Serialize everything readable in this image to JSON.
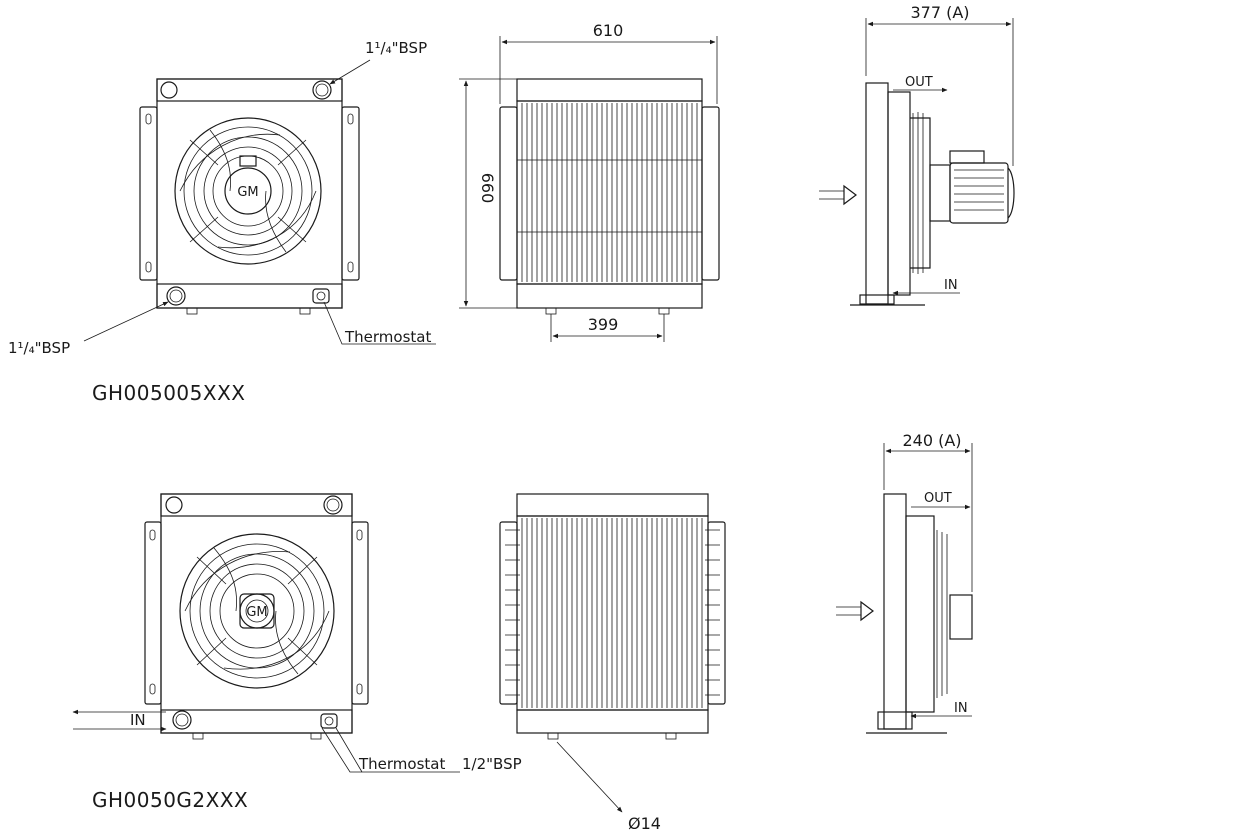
{
  "colors": {
    "line": "#1a1a1a",
    "background": "#ffffff"
  },
  "top_model": {
    "code": "GH005005XXX",
    "front": {
      "port_top_label": "1¹/₄\"BSP",
      "port_bottom_label": "1¹/₄\"BSP",
      "thermostat_label": "Thermostat",
      "fan_logo": "GM"
    },
    "core": {
      "width_dim": "610",
      "height_dim": "660",
      "feet_dim": "399"
    },
    "side": {
      "depth_dim": "377 (A)",
      "out_label": "OUT",
      "in_label": "IN"
    }
  },
  "bottom_model": {
    "code": "GH0050G2XXX",
    "front": {
      "in_label": "IN",
      "thermostat_label": "Thermostat",
      "bsp_label": "1/2\"BSP",
      "fan_logo": "GM"
    },
    "core": {
      "hole_dim": "Ø14"
    },
    "side": {
      "depth_dim": "240 (A)",
      "out_label": "OUT",
      "in_label": "IN"
    }
  }
}
